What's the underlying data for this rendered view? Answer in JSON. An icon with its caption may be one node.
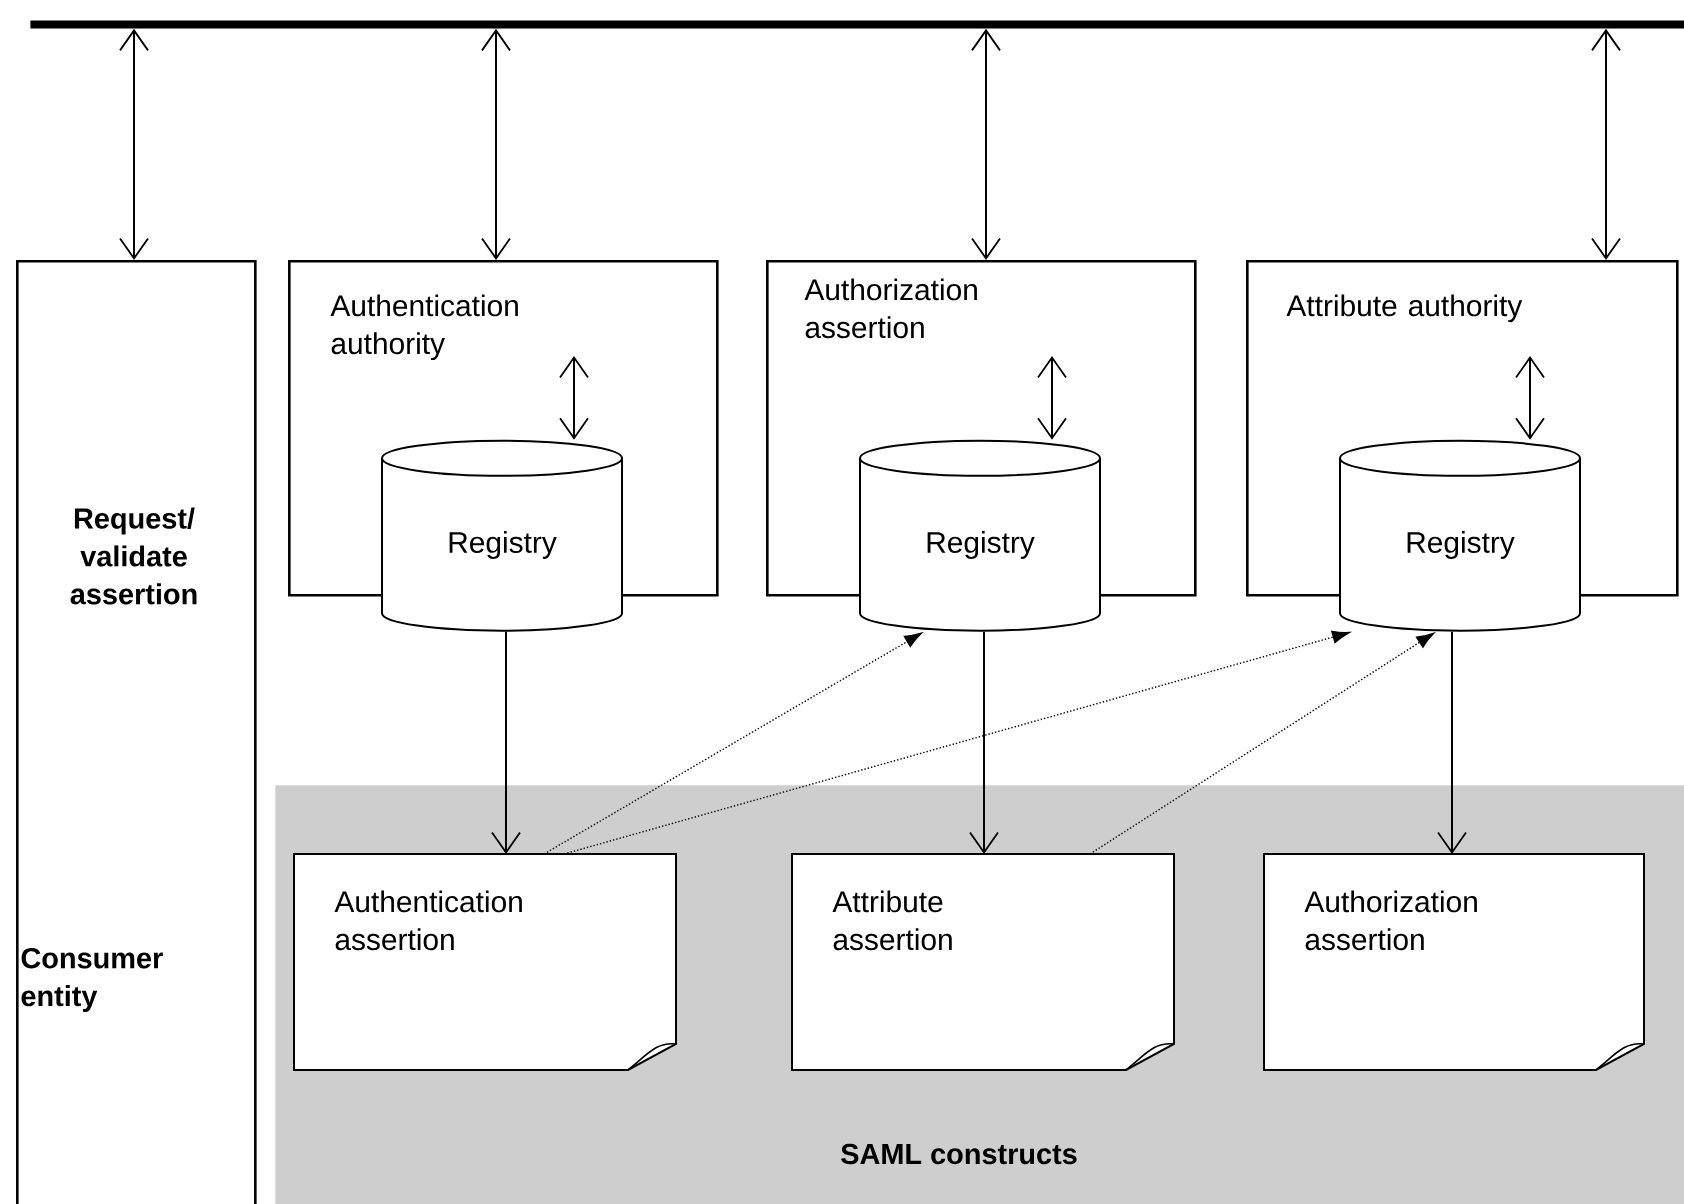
{
  "diagram": {
    "nodes": [
      {
        "text": [],
        "shape": "bar"
      },
      {
        "text": [
          "Request/ validate assertion",
          "Consumer entity"
        ]
      },
      {
        "text": [
          "Authentication authority"
        ]
      },
      {
        "text": [
          "Registry"
        ]
      },
      {
        "text": [
          "Authorization assertion"
        ]
      },
      {
        "text": [
          "Registry"
        ]
      },
      {
        "text": [
          "Attribute authority"
        ]
      },
      {
        "text": [
          "Registry"
        ]
      },
      {
        "text": [
          "SAML constructs"
        ]
      },
      {
        "text": [
          "Authentication assertion"
        ],
        "in": 8
      },
      {
        "text": [
          "Attribute assertion"
        ],
        "in": 8
      },
      {
        "text": [
          "Authorization assertion"
        ],
        "in": 8
      }
    ],
    "edges": [
      {
        "from": 0,
        "to": 1,
        "arrow": "both"
      },
      {
        "from": 0,
        "to": 2,
        "arrow": "both"
      },
      {
        "from": 0,
        "to": 4,
        "arrow": "both"
      },
      {
        "from": 0,
        "to": 6,
        "arrow": "both"
      },
      {
        "from": 2,
        "to": 3,
        "arrow": "both"
      },
      {
        "from": 4,
        "to": 5,
        "arrow": "both"
      },
      {
        "from": 6,
        "to": 7,
        "arrow": "both"
      },
      {
        "from": 3,
        "to": 9,
        "arrow": "to"
      },
      {
        "from": 5,
        "to": 10,
        "arrow": "to"
      },
      {
        "from": 7,
        "to": 11,
        "arrow": "to"
      },
      {
        "from": 9,
        "to": 5,
        "arrow": "to",
        "style": "dashed"
      },
      {
        "from": 9,
        "to": 7,
        "arrow": "to",
        "style": "dashed"
      },
      {
        "from": 10,
        "to": 7,
        "arrow": "to",
        "style": "dashed"
      }
    ]
  }
}
